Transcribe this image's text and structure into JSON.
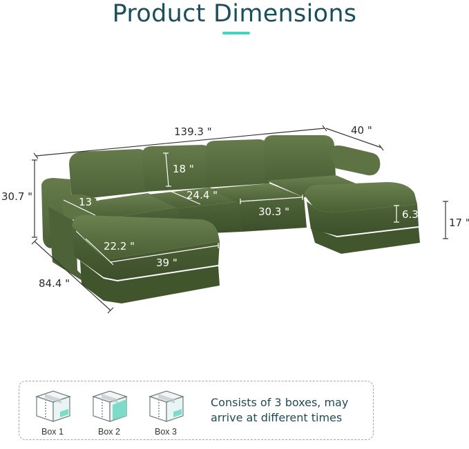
{
  "header": {
    "title": "Product Dimensions",
    "accent_color": "#43d3bf",
    "title_color": "#1b4f5c"
  },
  "product": {
    "image_alt": "Green corduroy U-shaped modular sectional sofa with two ottomans",
    "sofa_color": "#556b3d"
  },
  "dimensions": {
    "overall_length": "139.3 \"",
    "overall_depth": "40 \"",
    "overall_height": "30.7 \"",
    "chaise_depth": "84.4 \"",
    "back_height": "18 \"",
    "seat_depth": "24.4 \"",
    "seat_width": "30.3 \"",
    "arm_width": "13 \"",
    "ottoman_depth": "22.2 \"",
    "ottoman_width": "39 \"",
    "cushion_thickness": "6.3 \"",
    "seat_height": "17 \""
  },
  "shipping": {
    "boxes": [
      {
        "label": "Box 1",
        "icon": "package-box-icon"
      },
      {
        "label": "Box 2",
        "icon": "package-box-icon"
      },
      {
        "label": "Box 3",
        "icon": "package-box-icon"
      }
    ],
    "note": "Consists of 3 boxes, may arrive at different times"
  }
}
